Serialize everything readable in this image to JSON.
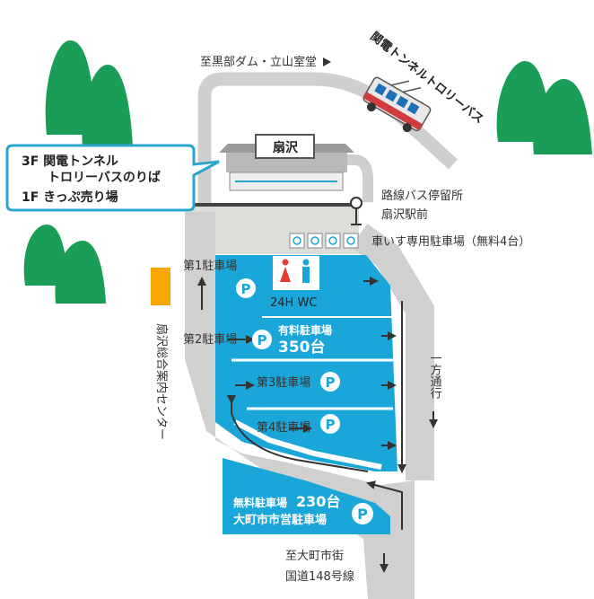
{
  "colors": {
    "lot_blue": "#1ba6d9",
    "road_gray": "#cfcfcf",
    "plaza_gray": "#dcdcd8",
    "tree_green": "#1a9e57",
    "callout_border": "#2aa5cf",
    "info_orange": "#f6a800",
    "arrow_dark": "#333333"
  },
  "map": {
    "direction_kurobe": "至黒部ダム・立山室堂",
    "trolley_label": "関電トンネルトロリーバス",
    "station_sign": "扇沢",
    "callout": {
      "line1": "3F 関電トンネル",
      "line2": "トロリーバスのりば",
      "line3": "1F きっぷ売り場"
    },
    "bus_stop_line1": "路線バス停留所",
    "bus_stop_line2": "扇沢駅前",
    "wheelchair_parking": "車いす専用駐車場（無料4台）",
    "info_center": "扇沢総合案内センター",
    "lot1_label": "第1駐車場",
    "lot2_label": "第2駐車場",
    "lot3_label": "第3駐車場",
    "lot4_label": "第4駐車場",
    "wc_label": "24H WC",
    "paid_parking_label": "有料駐車場",
    "paid_parking_count": "350台",
    "one_way": "一方通行",
    "free_parking_label": "無料駐車場",
    "free_parking_count": "230台",
    "free_parking_operator": "大町市市営駐車場",
    "direction_omachi_line1": "至大町市街",
    "direction_omachi_line2": "国道148号線",
    "parking_icon": "P",
    "icons": [
      "tree-icon",
      "trolley-bus-icon",
      "bus-stop-icon",
      "wheelchair-icon",
      "toilet-icon",
      "parking-icon",
      "arrow-icon"
    ]
  }
}
